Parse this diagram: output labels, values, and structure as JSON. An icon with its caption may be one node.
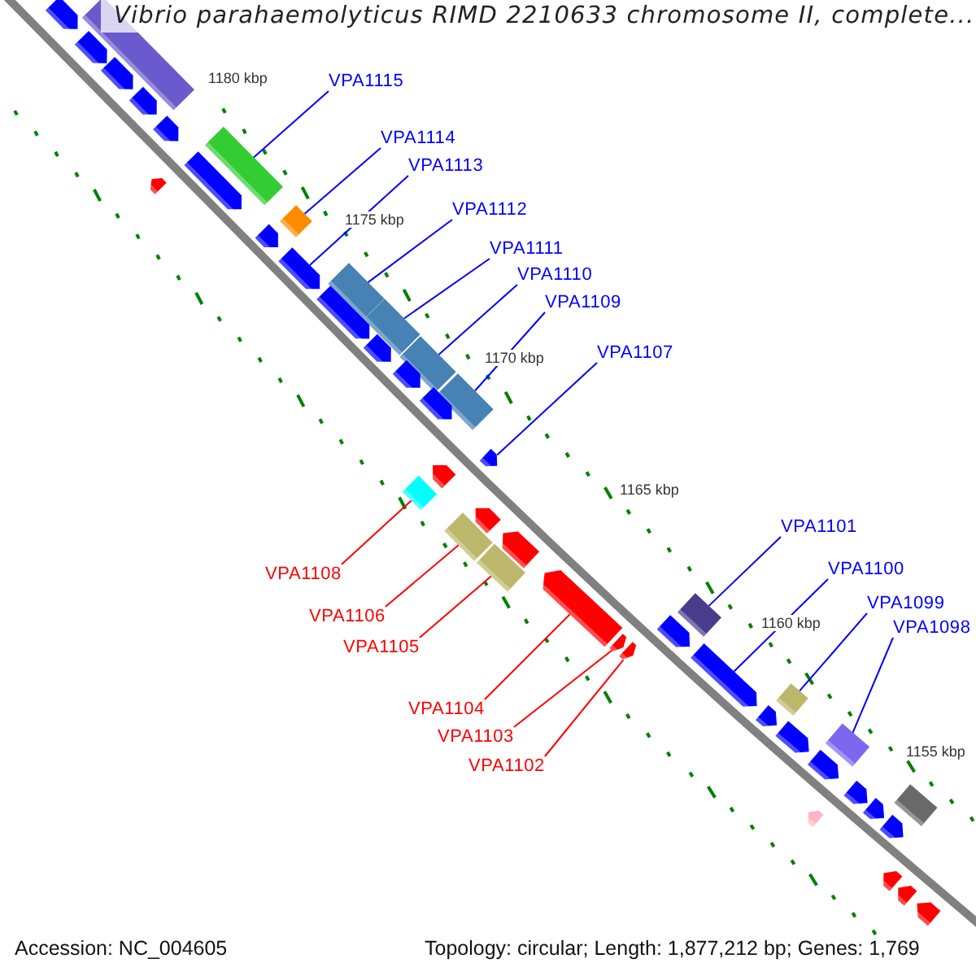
{
  "diagram": {
    "title": "Vibrio parahaemolyticus RIMD 2210633 chromosome II, complete...",
    "nodes": [
      {
        "text": [
          "VPA1115"
        ]
      },
      {
        "text": [
          "VPA1114"
        ]
      },
      {
        "text": [
          "VPA1113"
        ]
      },
      {
        "text": [
          "VPA1112"
        ]
      },
      {
        "text": [
          "VPA1111"
        ]
      },
      {
        "text": [
          "VPA1110"
        ]
      },
      {
        "text": [
          "VPA1109"
        ]
      },
      {
        "text": [
          "VPA1107"
        ]
      },
      {
        "text": [
          "VPA1108"
        ]
      },
      {
        "text": [
          "VPA1106"
        ]
      },
      {
        "text": [
          "VPA1105"
        ]
      },
      {
        "text": [
          "VPA1104"
        ]
      },
      {
        "text": [
          "VPA1103"
        ]
      },
      {
        "text": [
          "VPA1102"
        ]
      },
      {
        "text": [
          "VPA1101"
        ]
      },
      {
        "text": [
          "VPA1100"
        ]
      },
      {
        "text": [
          "VPA1099"
        ]
      },
      {
        "text": [
          "VPA1098"
        ]
      },
      {
        "text": [],
        "shape": "box"
      },
      {
        "text": [],
        "shape": "diamond"
      },
      {
        "text": [],
        "shape": "pentagon"
      },
      {
        "text": [],
        "shape": "box"
      },
      {
        "text": [],
        "shape": "box"
      },
      {
        "text": [],
        "shape": "box"
      },
      {
        "text": [],
        "shape": "box"
      },
      {
        "text": [],
        "shape": "pentagon"
      },
      {
        "text": [],
        "shape": "diamond"
      },
      {
        "text": [],
        "shape": "box"
      },
      {
        "text": [],
        "shape": "box"
      },
      {
        "text": [],
        "shape": "pentagon"
      },
      {
        "text": [],
        "shape": "pentagon"
      },
      {
        "text": [],
        "shape": "pentagon"
      },
      {
        "text": [],
        "shape": "box"
      },
      {
        "text": [],
        "shape": "pentagon"
      },
      {
        "text": [],
        "shape": "diamond"
      },
      {
        "text": [],
        "shape": "box"
      },
      {
        "text": [],
        "shape": "pentagon"
      },
      {
        "text": [],
        "shape": "pentagon"
      },
      {
        "text": [],
        "shape": "pentagon"
      },
      {
        "text": [],
        "shape": "pentagon"
      },
      {
        "text": [],
        "shape": "pentagon"
      },
      {
        "text": [],
        "shape": "pentagon"
      },
      {
        "text": [],
        "shape": "pentagon"
      },
      {
        "text": [],
        "shape": "pentagon"
      },
      {
        "text": [],
        "shape": "pentagon"
      },
      {
        "text": [],
        "shape": "pentagon"
      },
      {
        "text": [],
        "shape": "pentagon"
      },
      {
        "text": [],
        "shape": "pentagon"
      },
      {
        "text": [],
        "shape": "pentagon"
      },
      {
        "text": [],
        "shape": "pentagon"
      },
      {
        "text": [],
        "shape": "pentagon"
      },
      {
        "text": [],
        "shape": "pentagon"
      },
      {
        "text": [],
        "shape": "pentagon"
      },
      {
        "text": [],
        "shape": "pentagon"
      },
      {
        "text": [],
        "shape": "box"
      },
      {
        "text": [],
        "shape": "box"
      },
      {
        "text": [],
        "shape": "pentagon"
      },
      {
        "text": [],
        "shape": "pentagon"
      },
      {
        "text": [],
        "shape": "pentagon"
      },
      {
        "text": [],
        "shape": "pentagon"
      },
      {
        "text": [],
        "shape": "pentagon"
      },
      {
        "text": [],
        "shape": "pentagon"
      },
      {
        "text": [],
        "shape": "pentagon"
      },
      {
        "text": [],
        "shape": "pentagon"
      }
    ],
    "edges": [
      {
        "from": 0,
        "to": 18,
        "arrow": "none"
      },
      {
        "from": 1,
        "to": 19,
        "arrow": "none"
      },
      {
        "from": 2,
        "to": 20,
        "arrow": "none"
      },
      {
        "from": 3,
        "to": 21,
        "arrow": "none"
      },
      {
        "from": 4,
        "to": 22,
        "arrow": "none"
      },
      {
        "from": 5,
        "to": 23,
        "arrow": "none"
      },
      {
        "from": 6,
        "to": 24,
        "arrow": "none"
      },
      {
        "from": 7,
        "to": 25,
        "arrow": "none"
      },
      {
        "from": 8,
        "to": 26,
        "arrow": "none",
        "color": "#ff0000"
      },
      {
        "from": 9,
        "to": 27,
        "arrow": "none",
        "color": "#ff0000"
      },
      {
        "from": 10,
        "to": 28,
        "arrow": "none",
        "color": "#ff0000"
      },
      {
        "from": 11,
        "to": 29,
        "arrow": "none",
        "color": "#ff0000"
      },
      {
        "from": 12,
        "to": 30,
        "arrow": "none",
        "color": "#ff0000"
      },
      {
        "from": 13,
        "to": 31,
        "arrow": "none",
        "color": "#ff0000"
      },
      {
        "from": 14,
        "to": 32,
        "arrow": "none"
      },
      {
        "from": 15,
        "to": 33,
        "arrow": "none"
      },
      {
        "from": 16,
        "to": 34,
        "arrow": "none"
      },
      {
        "from": 17,
        "to": 35,
        "arrow": "none"
      }
    ],
    "labels": [
      "1180 kbp",
      "1175 kbp",
      "1170 kbp",
      "1165 kbp",
      "1160 kbp",
      "1155 kbp",
      "Accession: NC_004605",
      "Topology: circular; Length: 1,877,212 bp; Genes: 1,769"
    ]
  }
}
